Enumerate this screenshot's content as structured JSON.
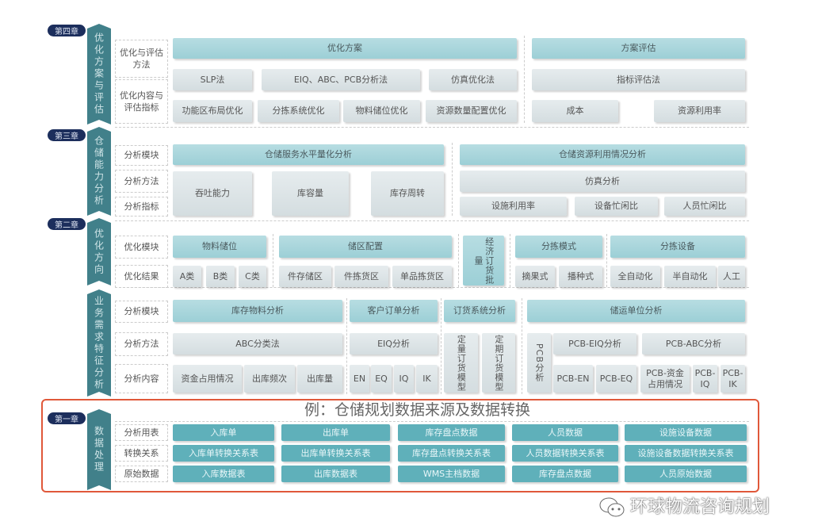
{
  "chapters": [
    "第四章",
    "第三章",
    "第二章",
    "第一章"
  ],
  "ribbons": [
    "优化方案与评估",
    "仓储能力分析",
    "优化方向",
    "业务需求特征分析",
    "数据处理"
  ],
  "ch4": {
    "labels": [
      "优化与评估方法",
      "优化内容与评估指标"
    ],
    "boxes": [
      "优化方案",
      "方案评估",
      "SLP法",
      "EIQ、ABC、PCB分析法",
      "仿真优化法",
      "指标评估法",
      "功能区布局优化",
      "分拣系统优化",
      "物料储位优化",
      "资源数量配置优化",
      "成本",
      "资源利用率"
    ]
  },
  "ch3": {
    "labels": [
      "分析模块",
      "分析方法",
      "分析指标"
    ],
    "boxes": [
      "仓储服务水平量化分析",
      "仓储资源利用情况分析",
      "吞吐能力",
      "库容量",
      "库存周转",
      "仿真分析",
      "设施利用率",
      "设备忙闲比",
      "人员忙闲比"
    ]
  },
  "ch2": {
    "labels": [
      "优化模块",
      "优化结果"
    ],
    "boxes": [
      "物料储位",
      "A类",
      "B类",
      "C类",
      "储区配置",
      "件存储区",
      "件拣货区",
      "单品拣货区",
      "经济订货批量",
      "分拣模式",
      "摘果式",
      "播种式",
      "分拣设备",
      "全自动化",
      "半自动化",
      "人工"
    ]
  },
  "biz": {
    "labels": [
      "分析模块",
      "分析方法",
      "分析内容"
    ],
    "boxes": [
      "库存物料分析",
      "ABC分类法",
      "资金占用情况",
      "出库频次",
      "出库量",
      "客户订单分析",
      "EIQ分析",
      "EN",
      "EQ",
      "IQ",
      "IK",
      "订货系统分析",
      "定量订货模型",
      "定期订货模型",
      "储运单位分析",
      "PCB分析",
      "PCB-EIQ分析",
      "PCB-ABC分析",
      "PCB-EN",
      "PCB-EQ",
      "PCB-资金占用情况",
      "PCB-IQ",
      "PCB-IK"
    ]
  },
  "ch1": {
    "labels": [
      "分析用表",
      "转换关系",
      "原始数据"
    ],
    "boxes": [
      "入库单",
      "出库单",
      "库存盘点数据",
      "人员数据",
      "设施设备数据",
      "入库单转换关系表",
      "出库单转换关系表",
      "库存盘点转换关系表",
      "人员数据转换关系表",
      "设施设备数据转换关系表",
      "入库数据表",
      "出库数据表",
      "WMS主档数据",
      "库存盘点数据",
      "人员原始数据"
    ]
  },
  "overlay_title": "例：仓储规划数据来源及数据转换",
  "watermark": "环球物流咨询规划",
  "colors": {
    "ribbon": "#41808a",
    "header": "#a9d6dc",
    "cell": "#dde5e8",
    "data_cell": "#5fb0ba",
    "highlight": "#e0583a",
    "badge": "#1c2e5c"
  }
}
